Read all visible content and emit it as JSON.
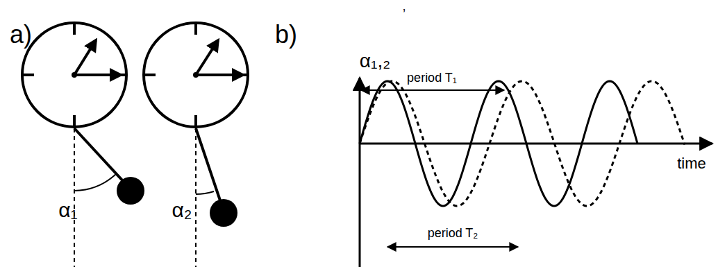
{
  "diagram": {
    "labels": [
      "a)",
      "α₁",
      "α₂",
      "b)",
      "α₁,₂",
      "period T₁",
      "period T₂",
      "time",
      ","
    ]
  }
}
